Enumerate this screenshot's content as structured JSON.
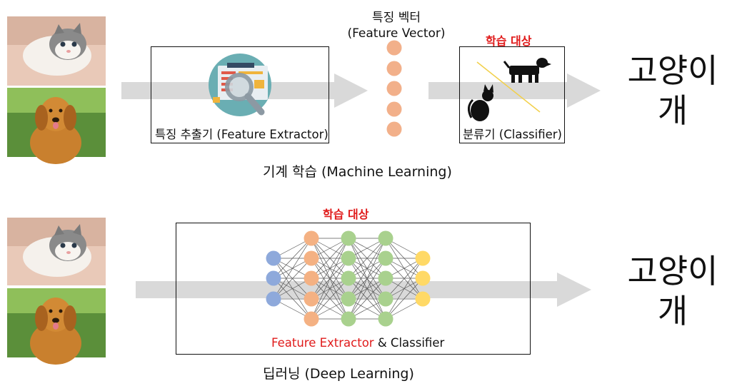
{
  "machine_learning": {
    "feature_vector_label_line1": "특징 벡터",
    "feature_vector_label_line2": "(Feature Vector)",
    "learning_target": "학습 대상",
    "extractor_label": "특징 추출기 (Feature Extractor)",
    "classifier_label": "분류기 (Classifier)",
    "output_line1": "고양이",
    "output_line2": "개",
    "section_title": "기계 학습 (Machine Learning)"
  },
  "deep_learning": {
    "learning_target": "학습 대상",
    "box_label_red": "Feature Extractor",
    "box_label_rest": " & Classifier",
    "output_line1": "고양이",
    "output_line2": "개",
    "section_title": "딥러닝 (Deep Learning)"
  },
  "colors": {
    "arrow": "#d9d9d9",
    "vector_node": "#f2b08a",
    "input_node": "#8ea9db",
    "hidden1_node": "#f4b183",
    "hidden2_node": "#a9d18e",
    "output_node": "#ffd966",
    "accent_red": "#e01b1b"
  }
}
